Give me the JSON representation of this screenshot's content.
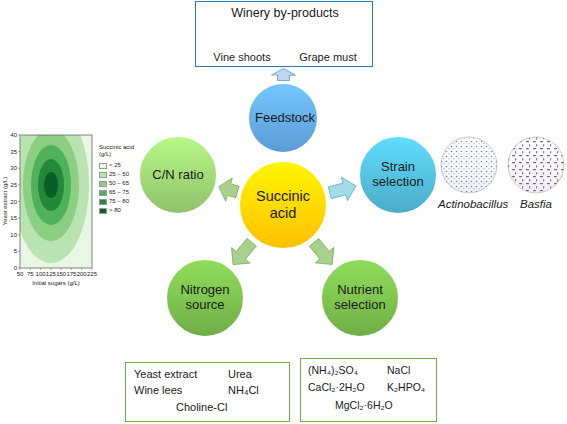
{
  "diagram": {
    "nodes": [
      {
        "text": [
          "Winery by-products",
          "Vine shoots",
          "Grape must"
        ]
      },
      {
        "text": [
          "Feedstock"
        ]
      },
      {
        "text": [
          "C/N ratio"
        ]
      },
      {
        "text": [
          "Succinic acid"
        ]
      },
      {
        "text": [
          "Strain selection"
        ]
      },
      {
        "text": [
          "Actinobacillus"
        ]
      },
      {
        "text": [
          "Basfia"
        ]
      },
      {
        "text": [
          "Nitrogen source"
        ]
      },
      {
        "text": [
          "Nutrient selection"
        ]
      },
      {
        "text": [
          "Yeast extract",
          "Urea",
          "Wine lees",
          "NH₄Cl",
          "Choline-Cl"
        ]
      },
      {
        "text": [
          "(NH₄)₂SO₄",
          "NaCl",
          "CaCl₂·2H₂O",
          "K₂HPO₄",
          "MgCl₂·6H₂O"
        ]
      }
    ],
    "edges": [
      {
        "from": 1,
        "to": 0,
        "arrow": "to"
      },
      {
        "from": 3,
        "to": 2,
        "arrow": "to"
      },
      {
        "from": 3,
        "to": 4,
        "arrow": "to"
      },
      {
        "from": 3,
        "to": 7,
        "arrow": "to"
      },
      {
        "from": 3,
        "to": 8,
        "arrow": "to"
      }
    ],
    "labels": [
      "Yeast extract (g/L)",
      "40",
      "35",
      "30",
      "25",
      "20",
      "15",
      "10",
      "5",
      "0",
      "50",
      "75",
      "100",
      "125",
      "150",
      "175",
      "200",
      "225",
      "Initial sugars (g/L)",
      "Succinic acid (g/L)"
    ],
    "legend": [
      {
        "text": "< 25",
        "color": "#e8f6e3"
      },
      {
        "text": "25 – 50",
        "color": "#b9e3b0"
      },
      {
        "text": "50 – 65",
        "color": "#8ccf83"
      },
      {
        "text": "65 – 75",
        "color": "#4fb25a"
      },
      {
        "text": "75 – 80",
        "color": "#23883a"
      },
      {
        "text": "> 80",
        "color": "#0b5e27"
      }
    ]
  }
}
